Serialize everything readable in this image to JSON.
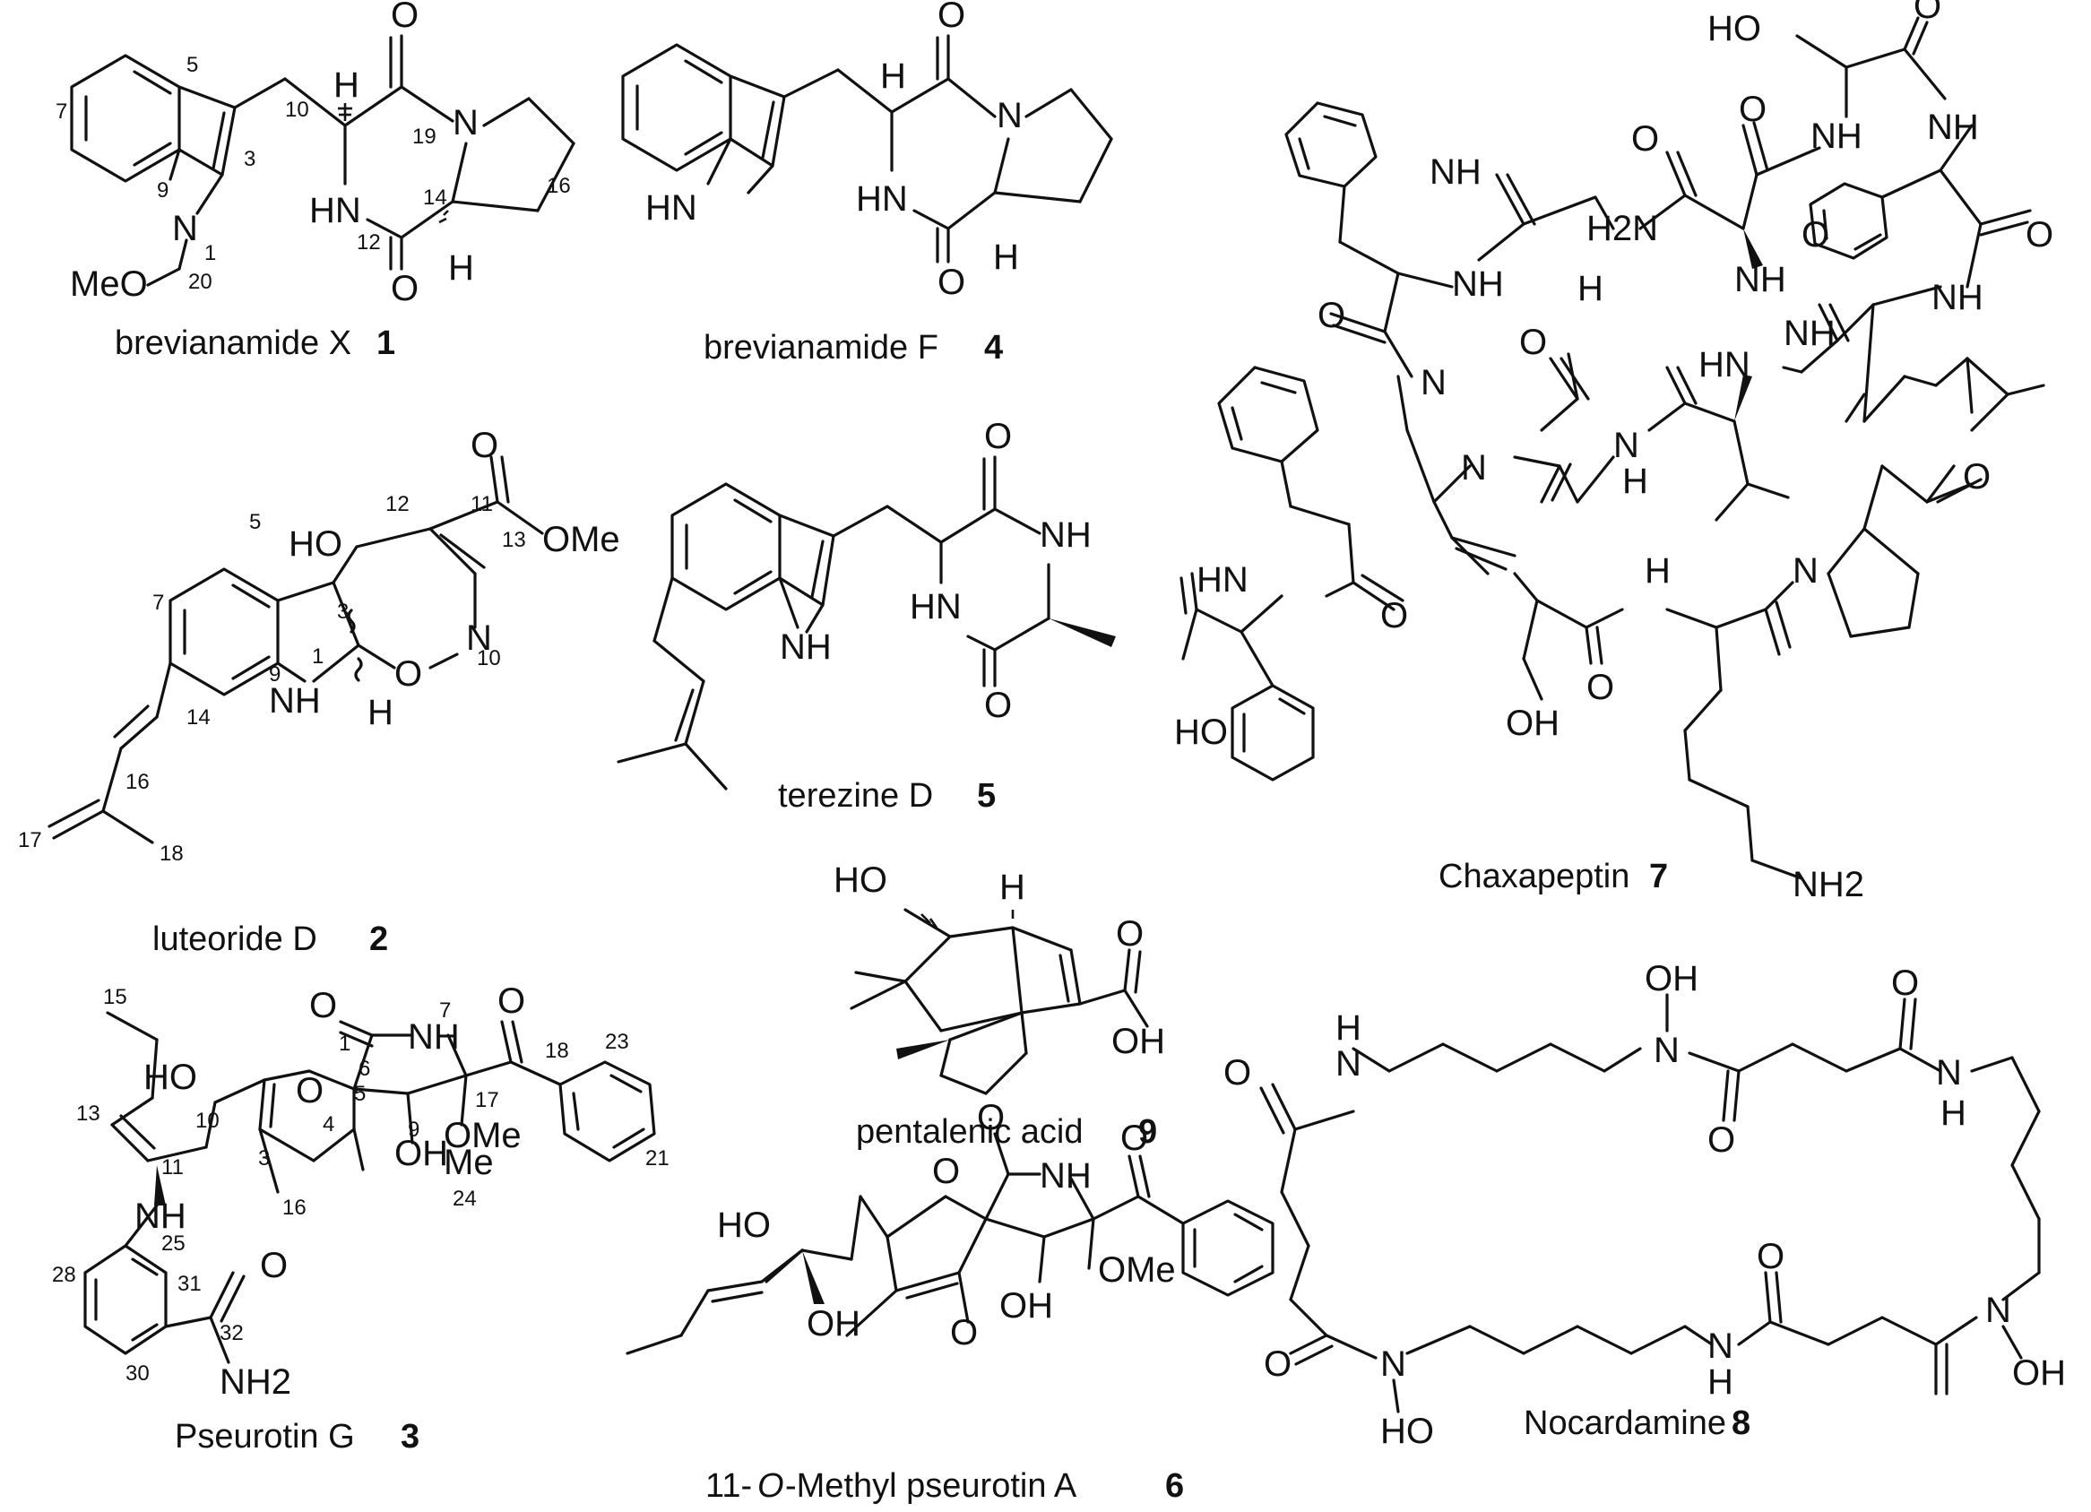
{
  "compounds": [
    {
      "key": "c1",
      "name": "brevianamide X",
      "number": "1"
    },
    {
      "key": "c4",
      "name": "brevianamide F",
      "number": "4"
    },
    {
      "key": "c7",
      "name": "Chaxapeptin",
      "number": "7"
    },
    {
      "key": "c2",
      "name": "luteoride D",
      "number": "2"
    },
    {
      "key": "c5",
      "name": "terezine D",
      "number": "5"
    },
    {
      "key": "c9",
      "name": "pentalenic acid",
      "number": "9"
    },
    {
      "key": "c3",
      "name": "Pseurotin G",
      "number": "3"
    },
    {
      "key": "c6",
      "name_prefix": "11-",
      "name_italic": "O",
      "name_suffix": "-Methyl pseurotin A",
      "number": "6"
    },
    {
      "key": "c8",
      "name": "Nocardamine",
      "number": "8"
    }
  ],
  "atom_labels": {
    "c1": [
      "H",
      "O",
      "N",
      "O",
      "HN",
      "N",
      "MeO",
      "H"
    ],
    "c1_locants": [
      "5",
      "7",
      "10",
      "3",
      "9",
      "1",
      "20",
      "19",
      "16",
      "14",
      "12"
    ],
    "c4": [
      "H",
      "O",
      "N",
      "HN",
      "HN",
      "O",
      "H"
    ],
    "c2": [
      "HO",
      "O",
      "OMe",
      "N",
      "O",
      "NH",
      "H"
    ],
    "c2_locants": [
      "5",
      "12",
      "11",
      "13",
      "7",
      "3",
      "9",
      "1",
      "10",
      "14",
      "16",
      "17",
      "18"
    ],
    "c5": [
      "O",
      "NH",
      "HN",
      "O",
      "NH"
    ],
    "c7": [
      "HO",
      "O",
      "NH",
      "NH",
      "O",
      "O",
      "NH",
      "H2N",
      "NH",
      "O",
      "NH",
      "HN",
      "O",
      "NH",
      "H",
      "N",
      "O",
      "N",
      "N",
      "H",
      "NH",
      "O",
      "O",
      "HN",
      "H",
      "N",
      "O",
      "OH",
      "HO",
      "O",
      "NH2"
    ],
    "c9": [
      "HO",
      "H",
      "O",
      "OH"
    ],
    "c3": [
      "HO",
      "O",
      "NH",
      "O",
      "O",
      "OH",
      "OMe",
      "Me",
      "NH",
      "O",
      "NH2"
    ],
    "c3_locants": [
      "15",
      "13",
      "10",
      "1",
      "6",
      "7",
      "17",
      "18",
      "23",
      "11",
      "5",
      "4",
      "9",
      "3",
      "24",
      "21",
      "16",
      "25",
      "28",
      "31",
      "32",
      "30"
    ],
    "c6": [
      "HO",
      "O",
      "O",
      "NH",
      "O",
      "OMe",
      "OH",
      "O",
      "OH"
    ],
    "c8": [
      "OH",
      "H",
      "N",
      "O",
      "O",
      "N",
      "O",
      "N",
      "H",
      "O",
      "N",
      "N",
      "H",
      "O",
      "HO",
      "N",
      "OH"
    ]
  }
}
